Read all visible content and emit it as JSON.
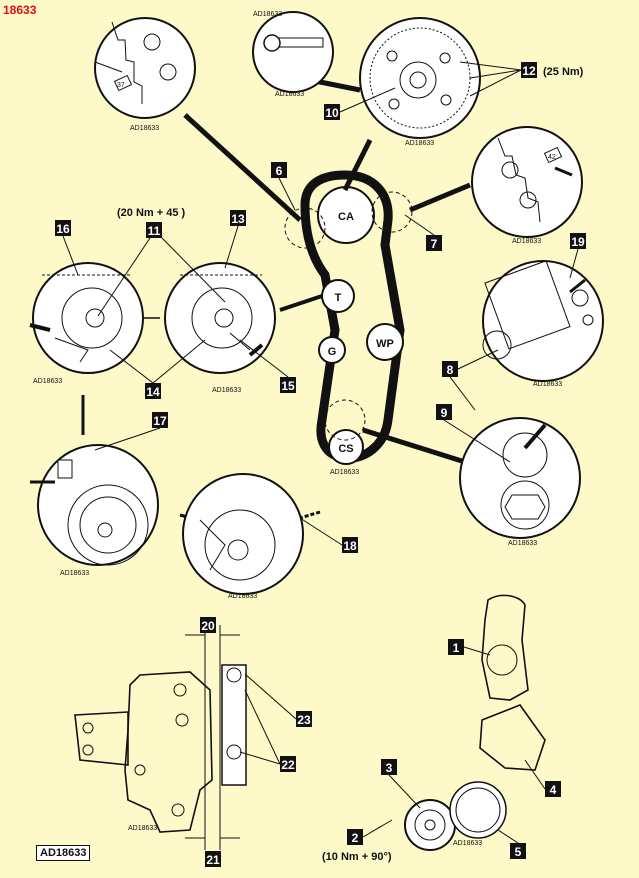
{
  "figure_id": "18633",
  "ref_code": "AD18633",
  "components": {
    "camshaft": "CA",
    "tensioner": "T",
    "idler": "G",
    "water_pump": "WP",
    "crankshaft": "CS"
  },
  "torques": {
    "item_12": "(25 Nm)",
    "item_11": "(20 Nm + 45 )",
    "item_2": "(10 Nm + 90°)"
  },
  "marks": {
    "mark_37": "37",
    "mark_42": "42"
  },
  "callouts": [
    "1",
    "2",
    "3",
    "4",
    "5",
    "6",
    "7",
    "8",
    "9",
    "10",
    "11",
    "12",
    "13",
    "14",
    "15",
    "16",
    "17",
    "18",
    "19",
    "20",
    "21",
    "22",
    "23"
  ],
  "small_refs": {
    "r1": "AD18633",
    "r2": "AD18633",
    "r3": "AD18633",
    "r4": "AD18633",
    "r5": "AD18633",
    "r6": "AD18633",
    "r7": "AD18633",
    "r8": "AD18633",
    "r9": "AD18633",
    "r10": "AD18633",
    "r11": "AD18633",
    "r12": "AD18633",
    "r13": "AD18633",
    "r14": "AD18633"
  }
}
